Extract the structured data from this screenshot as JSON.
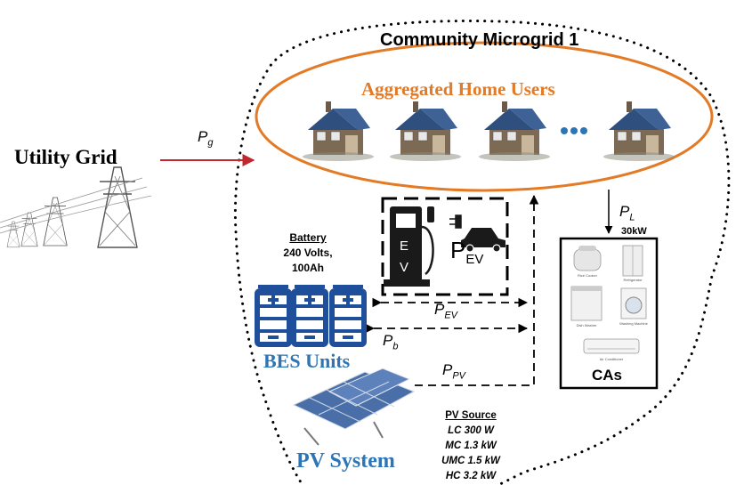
{
  "title": "Community Microgrid 1",
  "aggregated_label": "Aggregated Home Users",
  "utility_label": "Utility Grid",
  "bes_label": "BES Units",
  "pv_label": "PV System",
  "cas_label": "CAs",
  "battery": {
    "heading": "Battery",
    "line1": "240 Volts,",
    "line2": "100Ah"
  },
  "pv_source": {
    "heading": "PV Source",
    "items": [
      "LC 300 W",
      "MC 1.3 kW",
      "UMC 1.5 kW",
      "HC 3.2 kW"
    ]
  },
  "load_rating": "30kW",
  "ev_plug_letters": [
    "E",
    "V"
  ],
  "symbols": {
    "pg": {
      "base": "P",
      "sub": "g"
    },
    "pl": {
      "base": "P",
      "sub": "L"
    },
    "pev_big": {
      "base": "P",
      "sub": "EV"
    },
    "pev": {
      "base": "P",
      "sub": "EV"
    },
    "pb": {
      "base": "P",
      "sub": "b"
    },
    "ppv": {
      "base": "P",
      "sub": "PV"
    }
  },
  "appliances": [
    "Rice Cooker",
    "Refrigerator",
    "Dish Washer",
    "Washing Machine",
    "Air Conditioner"
  ],
  "colors": {
    "orange": "#e37a26",
    "blue": "#2e75b6",
    "arrow_red": "#c0282d",
    "battery_blue": "#1f4e9a",
    "house_roof": "#2f4f7f"
  }
}
